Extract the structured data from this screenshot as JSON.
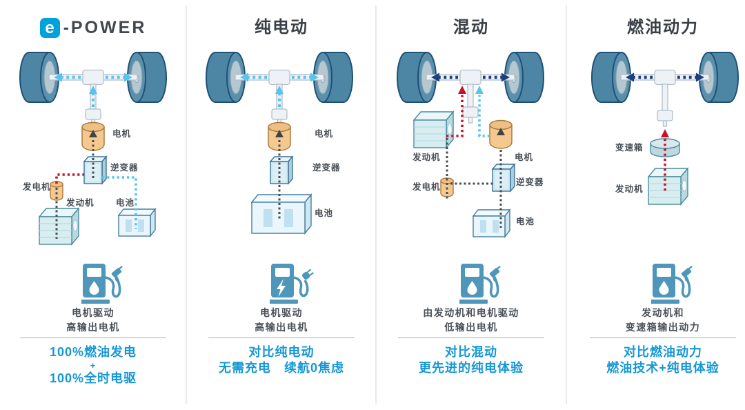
{
  "columns": [
    {
      "key": "e-power",
      "logo": {
        "badge_letter": "e",
        "wordmark": "-POWER"
      },
      "diagram_labels": {
        "motor": "电机",
        "inverter": "逆变器",
        "generator": "发电机",
        "engine": "发动机",
        "battery": "电池"
      },
      "icon": "fuel-pump-icon",
      "caption": [
        "电机驱动",
        "高输出电机"
      ],
      "highlight": [
        "100%燃油发电",
        "+",
        "100%全时电驱"
      ]
    },
    {
      "key": "pure-ev",
      "title": "纯电动",
      "diagram_labels": {
        "motor": "电机",
        "inverter": "逆变器",
        "battery": "电池"
      },
      "icon": "charging-station-icon",
      "caption": [
        "电机驱动",
        "高输出电机"
      ],
      "highlight": [
        "对比纯电动",
        "无需充电　续航0焦虑"
      ]
    },
    {
      "key": "hybrid",
      "title": "混动",
      "diagram_labels": {
        "engine": "发动机",
        "motor": "电机",
        "generator": "发电机",
        "inverter": "逆变器",
        "battery": "电池"
      },
      "icon": "fuel-pump-icon",
      "caption": [
        "由发动机和电机驱动",
        "低输出电机"
      ],
      "highlight": [
        "对比混动",
        "更先进的纯电体验"
      ]
    },
    {
      "key": "fuel",
      "title": "燃油动力",
      "diagram_labels": {
        "gearbox": "变速箱",
        "engine": "发动机"
      },
      "icon": "fuel-pump-icon",
      "caption": [
        "发动机和",
        "变速箱输出动力"
      ],
      "highlight": [
        "对比燃油动力",
        "燃油技术+纯电体验"
      ]
    }
  ],
  "colors": {
    "background": "#ffffff",
    "title_text": "#3a4046",
    "label_text": "#474e55",
    "caption_text": "#4a5157",
    "highlight_text": "#1597d5",
    "logo_badge_blue": "#00a2dc",
    "icon_teal": "#4e96ba",
    "flow_light_blue": "#57c4ee",
    "flow_navy": "#1d3e7f",
    "flow_red": "#c9102b",
    "flow_gray": "#474c51",
    "wheel_blue": "#4d86a4",
    "component_orange": "#f5c88f",
    "component_teal": "#d7edf0"
  }
}
